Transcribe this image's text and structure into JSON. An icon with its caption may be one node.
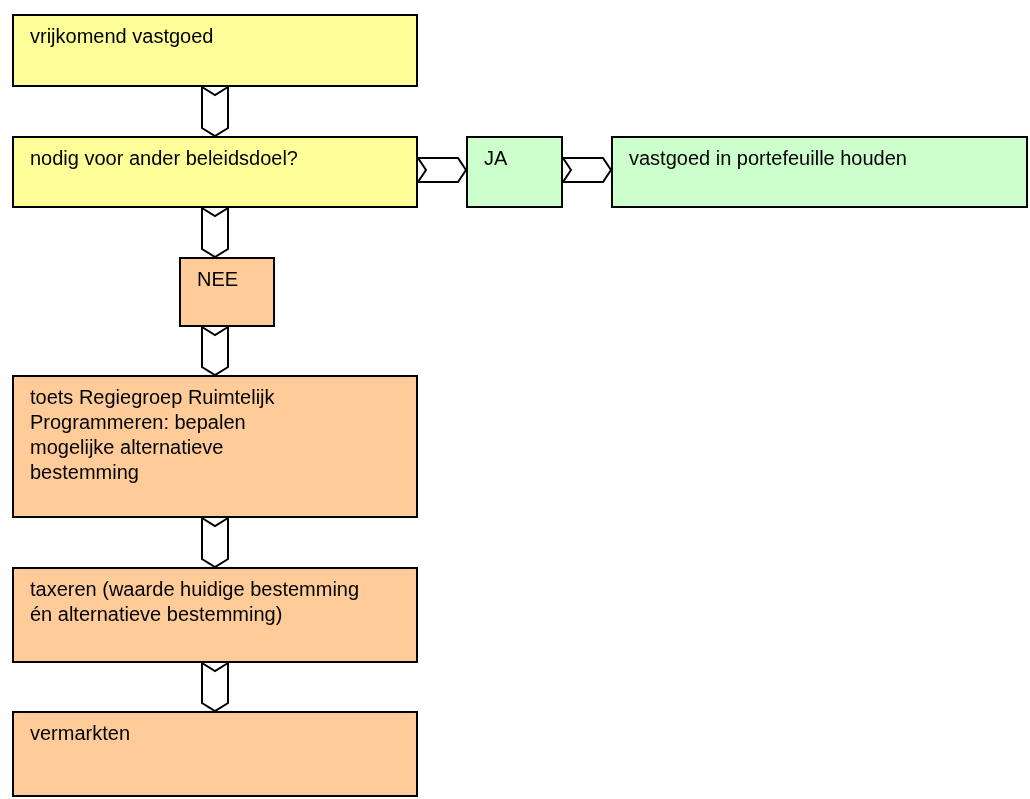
{
  "diagram": {
    "nodes": [
      {
        "text": [
          "vrijkomend vastgoed"
        ]
      },
      {
        "text": [
          "nodig voor ander beleidsdoel?"
        ]
      },
      {
        "text": [
          "JA"
        ]
      },
      {
        "text": [
          "vastgoed in portefeuille houden"
        ]
      },
      {
        "text": [
          "NEE"
        ]
      },
      {
        "text": [
          "toets Regiegroep Ruimtelijk Programmeren: bepalen mogelijke alternatieve bestemming"
        ]
      },
      {
        "text": [
          "taxeren (waarde huidige bestemming én alternatieve bestemming)"
        ]
      },
      {
        "text": [
          "vermarkten"
        ]
      }
    ],
    "edges": [
      {
        "from": 0,
        "to": 1,
        "arrow": "to"
      },
      {
        "from": 1,
        "to": 2,
        "arrow": "to"
      },
      {
        "from": 2,
        "to": 3,
        "arrow": "to"
      },
      {
        "from": 1,
        "to": 4,
        "arrow": "to"
      },
      {
        "from": 4,
        "to": 5,
        "arrow": "to"
      },
      {
        "from": 5,
        "to": 6,
        "arrow": "to"
      },
      {
        "from": 6,
        "to": 7,
        "arrow": "to"
      }
    ]
  }
}
